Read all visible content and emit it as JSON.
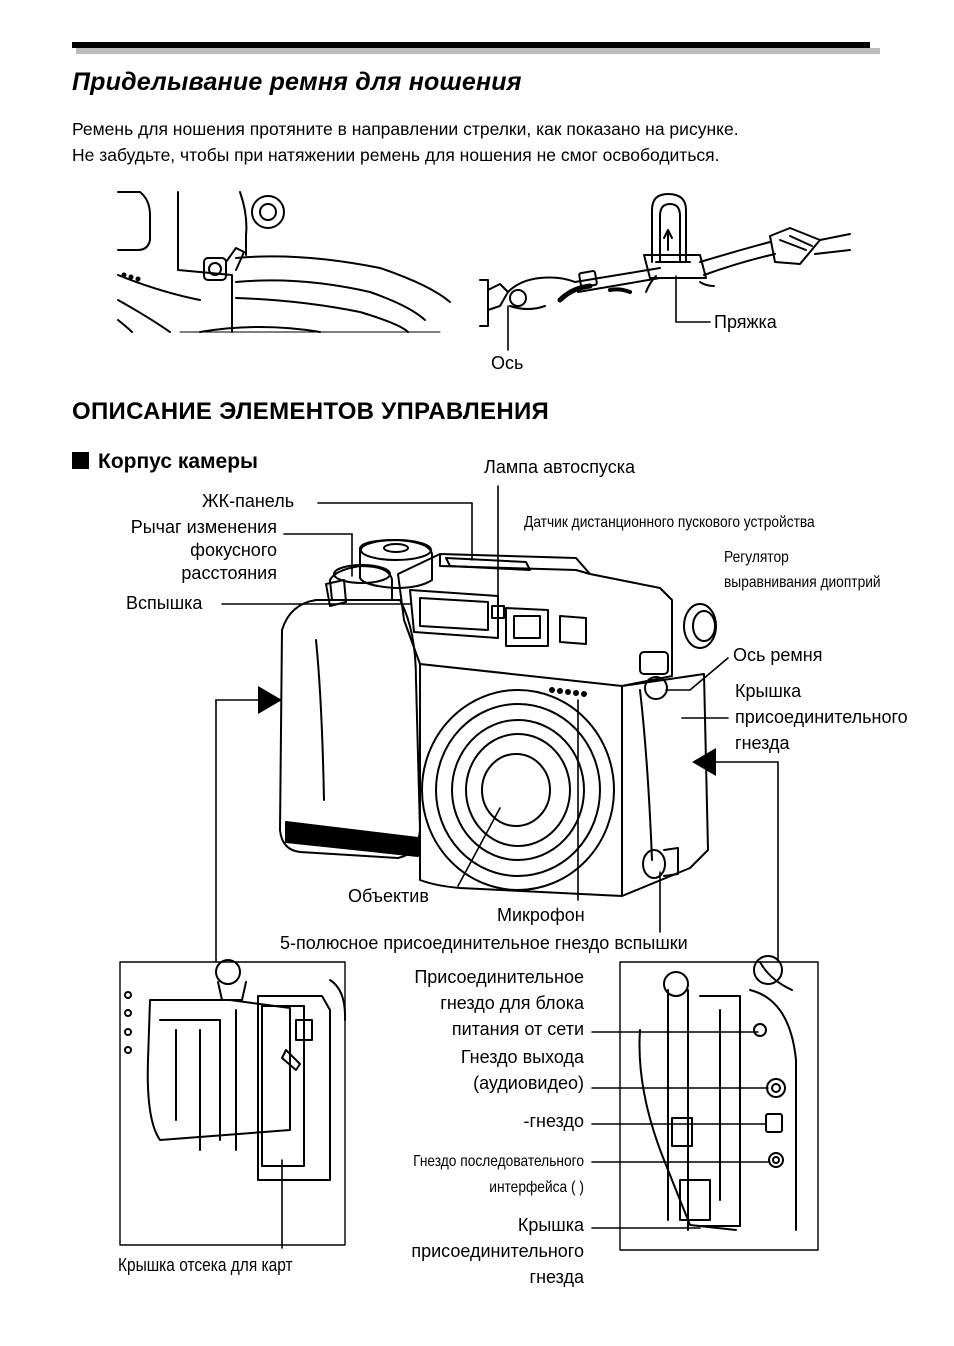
{
  "strap": {
    "title": "Приделывание ремня для ношения",
    "para1": "Ремень для ношения протяните в направлении стрелки, как показано на рисунке.",
    "para2": "Не забудьте, чтобы при натяжении ремень для ношения не смог освободиться.",
    "label_buckle": "Пряжка",
    "label_axis": "Ось"
  },
  "controls": {
    "title": "ОПИСАНИЕ ЭЛЕМЕНТОВ УПРАВЛЕНИЯ",
    "subtitle": "Корпус камеры",
    "labels": {
      "selftimer_lamp": "Лампа автоспуска",
      "lcd_panel": "ЖК-панель",
      "remote_sensor": "Датчик дистанционного пускового устройства",
      "zoom_lever_1": "Рычаг изменения",
      "zoom_lever_2": "фокусного",
      "zoom_lever_3": "расстояния",
      "diopter_1": "Регулятор",
      "diopter_2": "выравнивания диоптрий",
      "flash": "Вспышка",
      "strap_axis": "Ось ремня",
      "connector_cover_1": "Крышка",
      "connector_cover_2": "присоединительного",
      "connector_cover_3": "гнезда",
      "lens": "Объектив",
      "microphone": "Микрофон",
      "flash_socket": "5-полюсное присоединительное гнездо вспышки",
      "dc_in_1": "Присоединительное",
      "dc_in_2": "гнездо для блока",
      "dc_in_3": "питания от сети",
      "av_out_1": "Гнездо выхода",
      "av_out_2": "(аудиовидео)",
      "usb": "-гнездо",
      "serial_1": "Гнездо последовательного",
      "serial_2": "интерфейса (            )",
      "cover2_1": "Крышка",
      "cover2_2": "присоединительного",
      "cover2_3": "гнезда",
      "card_cover": "Крышка отсека для карт"
    }
  }
}
